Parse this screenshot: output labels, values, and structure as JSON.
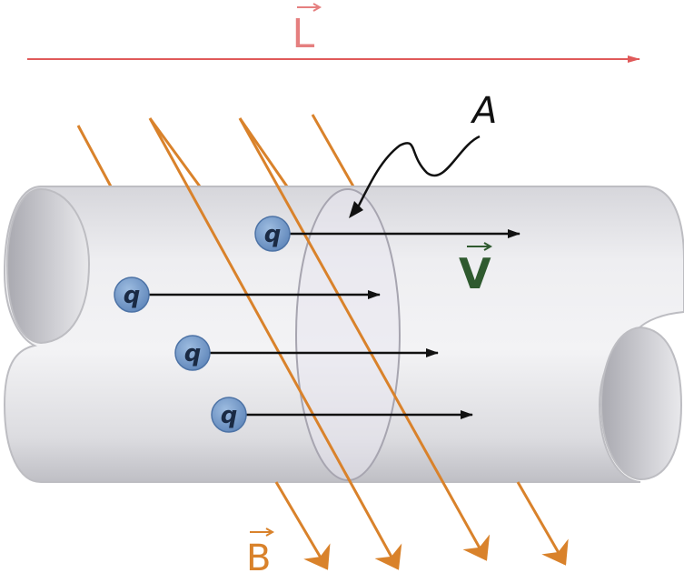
{
  "labels": {
    "length": "L",
    "field": "B",
    "velocity": "V",
    "area": "A",
    "charge": "q"
  },
  "colors": {
    "length_arrow": "#e05a5a",
    "length_label": "#e57f7f",
    "field_lines": "#d9822b",
    "velocity_label": "#2f5a2f",
    "charge_fill": "#6f97c9",
    "charge_text": "#1a2a44",
    "velocity_arrows": "#111111",
    "tube_fill": "#e4e4e8",
    "tube_stroke": "#bdbdc2"
  },
  "charges": [
    {
      "label": "q"
    },
    {
      "label": "q"
    },
    {
      "label": "q"
    },
    {
      "label": "q"
    }
  ]
}
